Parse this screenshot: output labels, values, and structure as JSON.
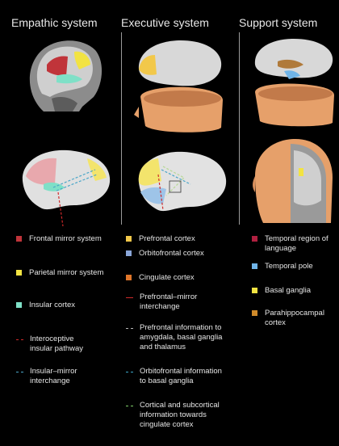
{
  "columns": [
    "Empathic system",
    "Executive system",
    "Support system"
  ],
  "legend": {
    "empathic": [
      "Frontal mirror system",
      "Parietal mirror system",
      "Insular cortex",
      "Interoceptive\ninsular pathway",
      "Insular–mirror\ninterchange"
    ],
    "executive": [
      "Prefrontal cortex",
      "Orbitofrontal cortex",
      "Cingulate cortex",
      "Prefrontal–mirror\ninterchange",
      "Prefrontal information to\namygdala, basal ganglia\nand thalamus",
      "Orbitofrontal information\nto basal ganglia",
      "Cortical and subcortical\ninformation towards\ncingulate cortex"
    ],
    "support": [
      "Temporal region of\nlanguage",
      "Temporal pole",
      "Basal ganglia",
      "Parahippocampal\ncortex"
    ]
  },
  "colors": {
    "frontal_mirror": "#c0343a",
    "parietal_mirror": "#f2e342",
    "insular": "#7fe0c7",
    "prefrontal": "#f2c84a",
    "orbitofrontal": "#8aa6d8",
    "cingulate": "#e0762a",
    "temporal_language": "#b02040",
    "temporal_pole": "#6fb4e8",
    "basal_ganglia": "#f2e342",
    "parahippocampal": "#d08a2a"
  }
}
